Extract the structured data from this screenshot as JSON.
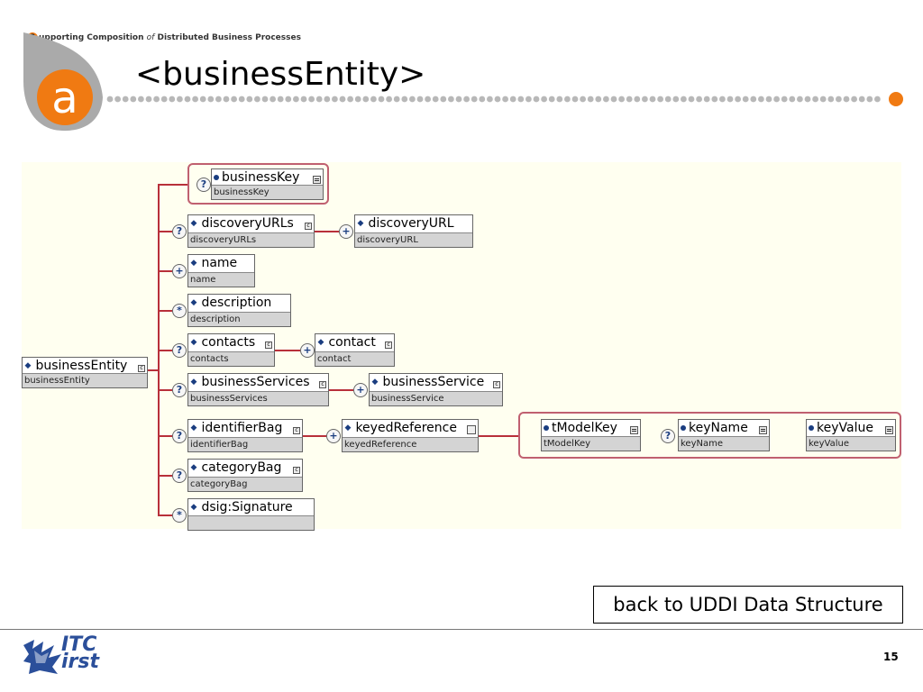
{
  "header": {
    "tagline_cap": "S",
    "tagline_part1": "upporting  Composition",
    "tagline_of": "of",
    "tagline_part2": "Distributed  Business  Processes",
    "logo_letter": "a",
    "title": "<businessEntity>"
  },
  "colors": {
    "accent_orange": "#f07a12",
    "logo_gray": "#aaaaaa",
    "dot_gray": "#b8b8b8",
    "wire_red": "#b8303a",
    "element_blue": "#1a3d80",
    "diagram_background": "#fffff0"
  },
  "diagram": {
    "root": {
      "name": "businessEntity",
      "type": "businessEntity"
    },
    "businessKey": {
      "name": "businessKey",
      "type": "businessKey",
      "comp": "?"
    },
    "discoveryURLs": {
      "name": "discoveryURLs",
      "type": "discoveryURLs",
      "comp": "?"
    },
    "discoveryURL": {
      "name": "discoveryURL",
      "type": "discoveryURL",
      "comp": "+"
    },
    "name": {
      "name": "name",
      "type": "name",
      "comp": "+"
    },
    "description": {
      "name": "description",
      "type": "description",
      "comp": "*"
    },
    "contacts": {
      "name": "contacts",
      "type": "contacts",
      "comp": "?"
    },
    "contact": {
      "name": "contact",
      "type": "contact",
      "comp": "+"
    },
    "businessServices": {
      "name": "businessServices",
      "type": "businessServices",
      "comp": "?"
    },
    "businessService": {
      "name": "businessService",
      "type": "businessService",
      "comp": "+"
    },
    "identifierBag": {
      "name": "identifierBag",
      "type": "identifierBag",
      "comp": "?"
    },
    "keyedReference": {
      "name": "keyedReference",
      "type": "keyedReference",
      "comp": "+"
    },
    "tModelKey": {
      "name": "tModelKey",
      "type": "tModelKey"
    },
    "keyName": {
      "name": "keyName",
      "type": "keyName",
      "comp": "?"
    },
    "keyValue": {
      "name": "keyValue",
      "type": "keyValue"
    },
    "categoryBag": {
      "name": "categoryBag",
      "type": "categoryBag",
      "comp": "?"
    },
    "signature": {
      "name": "dsig:Signature",
      "type": "",
      "comp": "*"
    }
  },
  "footer": {
    "back_link": "back to UDDI Data Structure",
    "logo_line1": "ITC",
    "logo_line2": "irst",
    "page_number": "15"
  }
}
